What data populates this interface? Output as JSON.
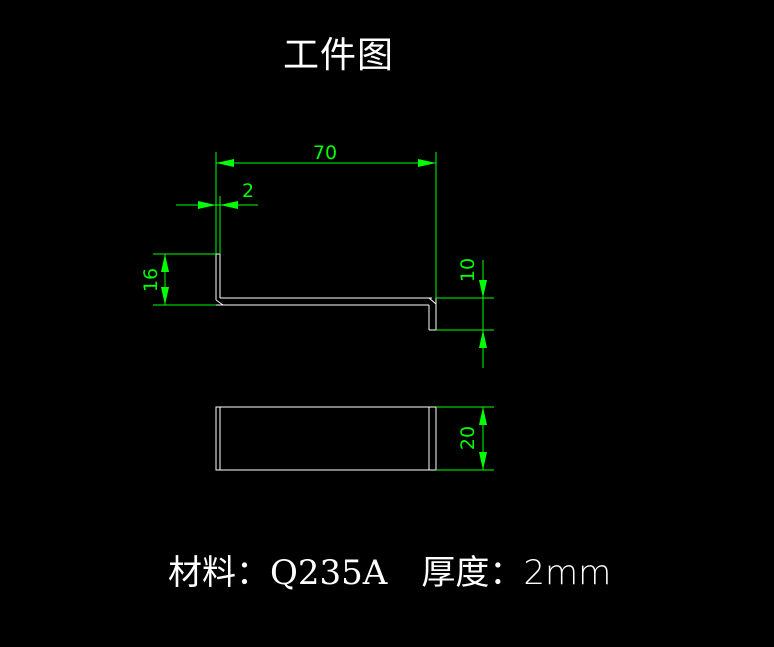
{
  "title": "工件图",
  "dimensions": {
    "overall_length": "70",
    "thickness": "2",
    "left_flange_height": "16",
    "right_flange_height": "10",
    "width": "20"
  },
  "notes": {
    "material_label": "材料：",
    "material_value": "Q235A",
    "thickness_label": "厚度：",
    "thickness_value": "2mm"
  },
  "colors": {
    "background": "#000000",
    "part_lines": "#ffffff",
    "dimension_lines": "#00ff00"
  }
}
